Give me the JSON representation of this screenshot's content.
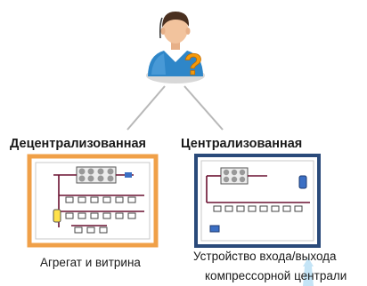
{
  "figure": {
    "question_icon_glyph": "?",
    "colors": {
      "connector_line": "#b8b8b8",
      "decentralized_frame": "#f0a048",
      "centralized_frame": "#2a4a7a",
      "question_mark": "#f59a0a",
      "user_shirt": "#2e86c8",
      "piping": "#6a1030",
      "watermark": "#7cc4ea"
    }
  },
  "branches": [
    {
      "label": "Децентрализованная",
      "caption_lines": [
        "Агрегат и витрина"
      ],
      "icon": "decentralized-refrigeration-schematic"
    },
    {
      "label": "Централизованная",
      "caption_lines": [
        "Устройство входа/выхода",
        "компрессорной централи"
      ],
      "icon": "centralized-refrigeration-schematic"
    }
  ]
}
